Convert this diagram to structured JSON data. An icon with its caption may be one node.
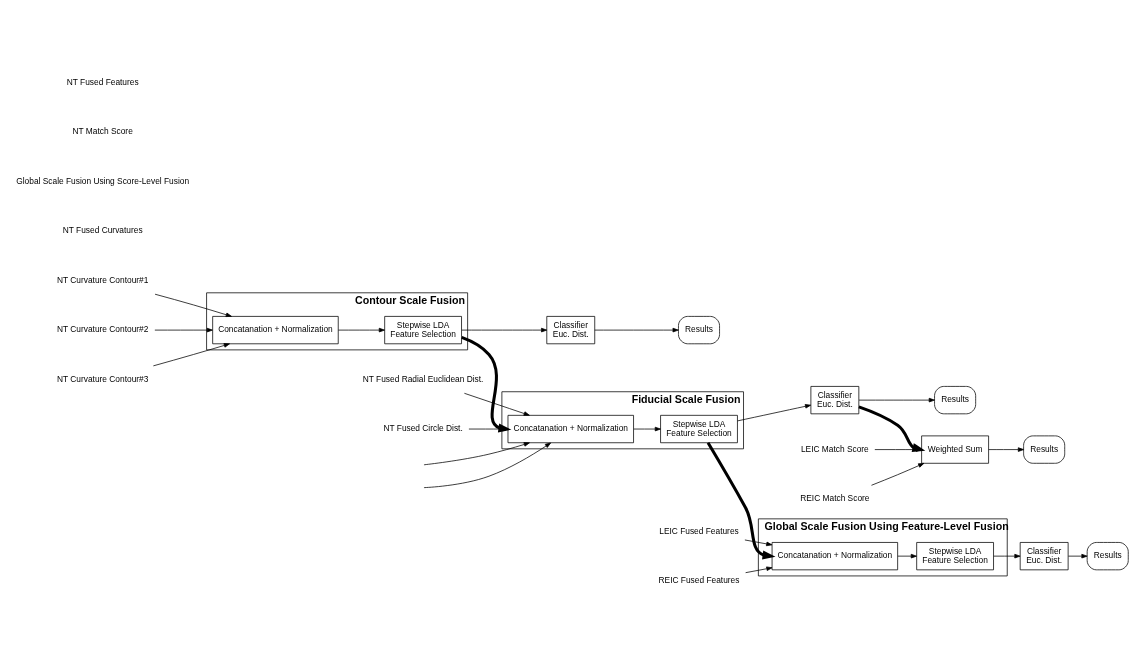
{
  "diagram": {
    "nodes": [
      {
        "text": [
          "Contour Scale Fusion"
        ]
      },
      {
        "text": [
          "Concatanation + Normalization"
        ],
        "in": 0
      },
      {
        "text": [
          "Stepwise LDA",
          "Feature Selection"
        ],
        "in": 0
      },
      {
        "text": [
          "Classifier",
          "Euc. Dist."
        ]
      },
      {
        "text": [
          "Results"
        ]
      },
      {
        "text": [
          "NT Curvature Contour#1"
        ]
      },
      {
        "text": [
          "NT Curvature Contour#2"
        ]
      },
      {
        "text": [
          "NT Curvature Contour#3"
        ]
      },
      {
        "text": [
          "Fiducial Scale Fusion"
        ]
      },
      {
        "text": [
          "Concatanation + Normalization"
        ],
        "in": 8
      },
      {
        "text": [
          "Stepwise LDA",
          "Feature Selection"
        ],
        "in": 8
      },
      {
        "text": [
          "Classifier",
          "Euc. Dist."
        ]
      },
      {
        "text": [
          "Results"
        ]
      },
      {
        "text": [
          "NT Fused Radial Euclidean Dist."
        ]
      },
      {
        "text": [
          "NT Fused Circle Dist."
        ]
      },
      {
        "text": [
          "Weighted Sum"
        ]
      },
      {
        "text": [
          "Results"
        ]
      },
      {
        "text": [
          "LEIC Match Score"
        ]
      },
      {
        "text": [
          "REIC Match Score"
        ]
      },
      {
        "text": [
          "Global Scale Fusion Using Feature-Level Fusion"
        ]
      },
      {
        "text": [
          "Concatanation + Normalization"
        ],
        "in": 19
      },
      {
        "text": [
          "Stepwise LDA",
          "Feature Selection"
        ],
        "in": 19
      },
      {
        "text": [
          "Classifier",
          "Euc. Dist."
        ]
      },
      {
        "text": [
          "Results"
        ]
      },
      {
        "text": [
          "LEIC Fused Features"
        ]
      },
      {
        "text": [
          "REIC Fused Features"
        ]
      }
    ],
    "edges": [
      {
        "from": 5,
        "to": 1,
        "arrow": "to"
      },
      {
        "from": 6,
        "to": 1,
        "arrow": "to"
      },
      {
        "from": 7,
        "to": 1,
        "arrow": "to"
      },
      {
        "from": 1,
        "to": 2,
        "arrow": "to"
      },
      {
        "from": 2,
        "to": 3,
        "arrow": "to"
      },
      {
        "from": 3,
        "to": 4,
        "arrow": "to"
      },
      {
        "from": 2,
        "to": 9,
        "arrow": "to",
        "style": "thick"
      },
      {
        "from": 13,
        "to": 9,
        "arrow": "to"
      },
      {
        "from": 14,
        "to": 9,
        "arrow": "to"
      },
      {
        "from": null,
        "to": 9,
        "arrow": "to"
      },
      {
        "from": null,
        "to": 9,
        "arrow": "to"
      },
      {
        "from": 9,
        "to": 10,
        "arrow": "to"
      },
      {
        "from": 10,
        "to": 11,
        "arrow": "to"
      },
      {
        "from": 11,
        "to": 12,
        "arrow": "to"
      },
      {
        "from": 11,
        "to": 15,
        "arrow": "to",
        "style": "thick"
      },
      {
        "from": 10,
        "to": 20,
        "arrow": "to",
        "style": "thick"
      },
      {
        "from": 17,
        "to": 15,
        "arrow": "to"
      },
      {
        "from": 18,
        "to": 15,
        "arrow": "to"
      },
      {
        "from": 15,
        "to": 16,
        "arrow": "to"
      },
      {
        "from": 24,
        "to": 20,
        "arrow": "to"
      },
      {
        "from": 25,
        "to": 20,
        "arrow": "to"
      },
      {
        "from": 20,
        "to": 21,
        "arrow": "to"
      },
      {
        "from": 21,
        "to": 22,
        "arrow": "to"
      },
      {
        "from": 22,
        "to": 23,
        "arrow": "to"
      }
    ],
    "labels": [
      "NT Fused Curvatures",
      "Global Scale Fusion Using Score-Level Fusion",
      "NT Match Score",
      "NT Fused Features"
    ]
  }
}
